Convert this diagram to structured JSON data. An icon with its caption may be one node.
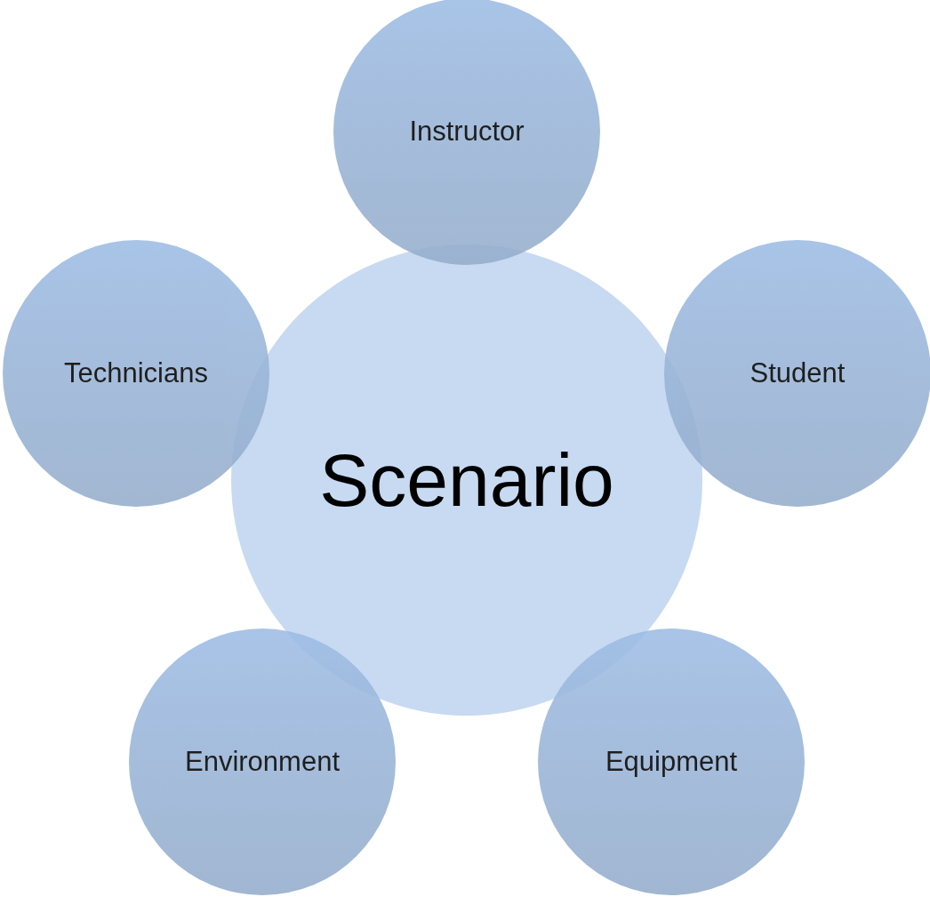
{
  "diagram": {
    "nodes": [
      {
        "text": [
          "Instructor"
        ]
      },
      {
        "text": [
          "Technicians"
        ]
      },
      {
        "text": [
          "Student"
        ]
      },
      {
        "text": [
          "Scenario"
        ]
      },
      {
        "text": [
          "Environment"
        ]
      },
      {
        "text": [
          "Equipment"
        ]
      }
    ]
  }
}
